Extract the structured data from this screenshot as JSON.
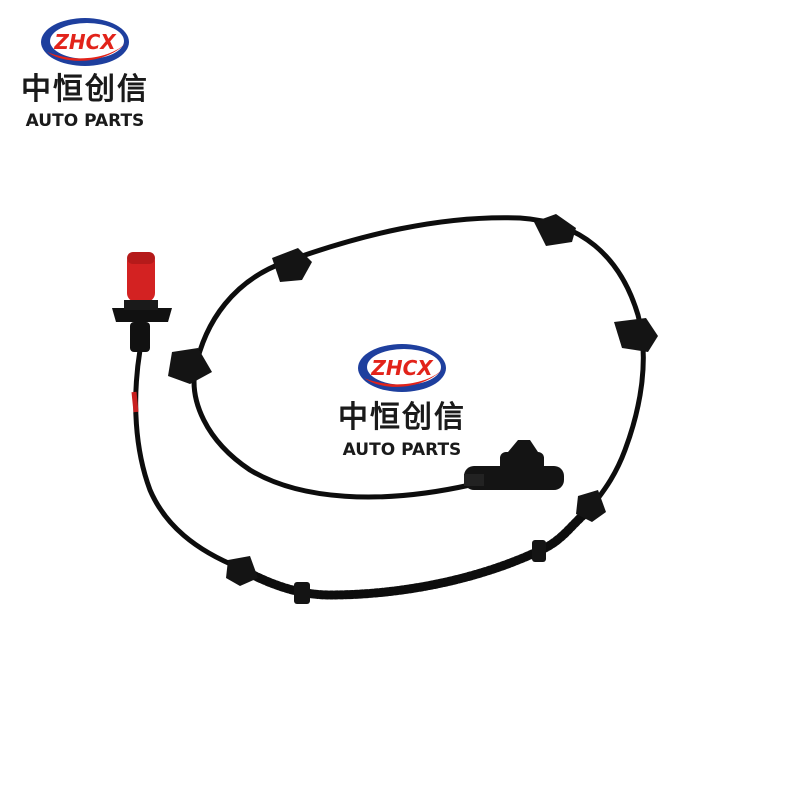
{
  "brand": {
    "logo_text": "ZHCX",
    "name_cn": "中恒创信",
    "name_en": "AUTO PARTS"
  },
  "watermark": {
    "logo_text": "ZHCX",
    "name_cn": "中恒创信",
    "name_en": "AUTO PARTS"
  },
  "colors": {
    "logo_blue": "#1e3f9e",
    "logo_red": "#e2231a",
    "cable": "#0d0d0d",
    "sensor_cap": "#d32222"
  },
  "product": {
    "icon": "abs-wheel-speed-sensor-cable"
  }
}
